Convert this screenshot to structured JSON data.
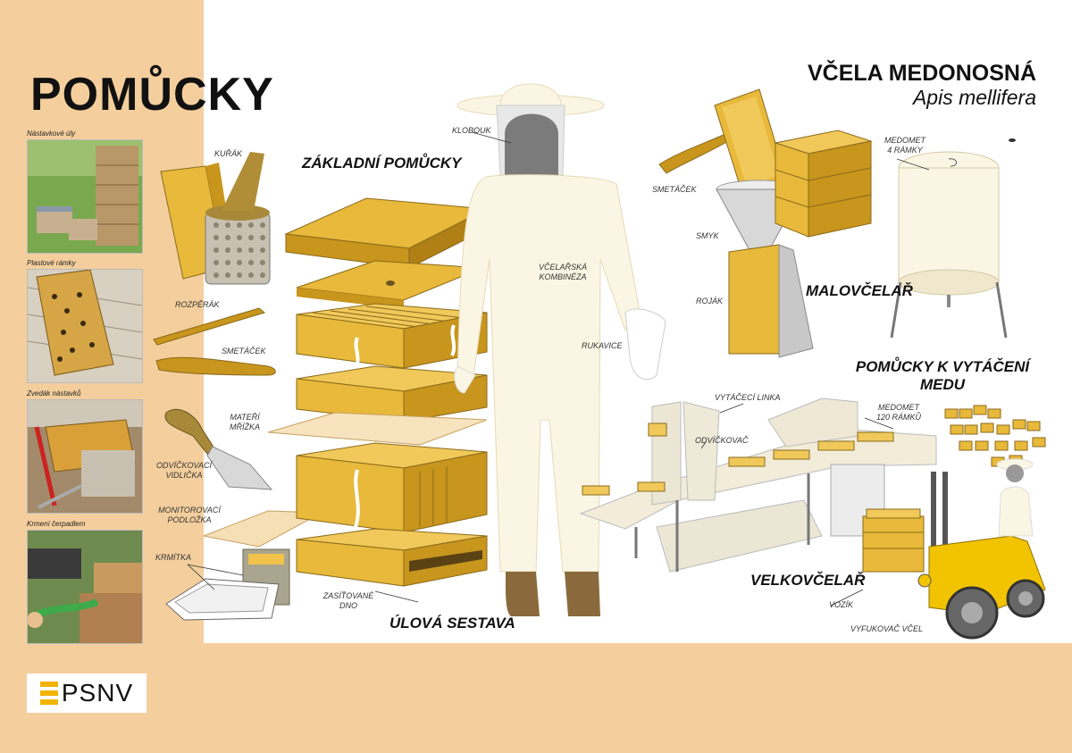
{
  "left_panel": {
    "title": "POMŮCKY",
    "photos": [
      {
        "caption": "Nástavkové úly"
      },
      {
        "caption": "Plastové rámky"
      },
      {
        "caption": "Zvedák nástavků"
      },
      {
        "caption": "Krmení čerpadlem"
      }
    ]
  },
  "header": {
    "title": "VČELA MEDONOSNÁ",
    "latin": "Apis mellifera"
  },
  "sections": {
    "basic": "ZÁKLADNÍ POMŮCKY",
    "hive_set": "ÚLOVÁ SESTAVA",
    "small": "MALOVČELAŘ",
    "extraction": "POMŮCKY K VYTÁČENÍ MEDU",
    "large": "VELKOVČELAŘ"
  },
  "labels": {
    "kurak": "KUŘÁK",
    "rozperak": "ROZPĚRÁK",
    "smetacek1": "SMETÁČEK",
    "materi_mrizka": "MATEŘÍ MŘÍŽKA",
    "odvickovaci_vidlicka": "ODVÍČKOVACÍ VIDLIČKA",
    "monitorovaci_podlozka": "MONITOROVACÍ PODLOŽKA",
    "krmitka": "KRMÍTKA",
    "zasitovane_dno": "ZASÍŤOVANÉ DNO",
    "klobouk": "KLOBOUK",
    "kombineza": "VČELAŘSKÁ KOMBINÉZA",
    "rukavice": "RUKAVICE",
    "smetacek2": "SMETÁČEK",
    "smyk": "SMYK",
    "rojak": "ROJÁK",
    "medomet4": "MEDOMET 4 RÁMKY",
    "vytaceci_linka": "VYTÁČECÍ LINKA",
    "odvickovac": "ODVÍČKOVAČ",
    "medomet120": "MEDOMET 120 RÁMKŮ",
    "vozik": "VOZÍK",
    "vyfukovac": "VYFUKOVAČ VČEL"
  },
  "logo": {
    "text": "PSNV"
  },
  "colors": {
    "accent": "#f2b400",
    "wood": "#e8b93a",
    "wood_dark": "#c8951d",
    "panel": "#f4cf9d",
    "suit": "#fbf6e4"
  }
}
